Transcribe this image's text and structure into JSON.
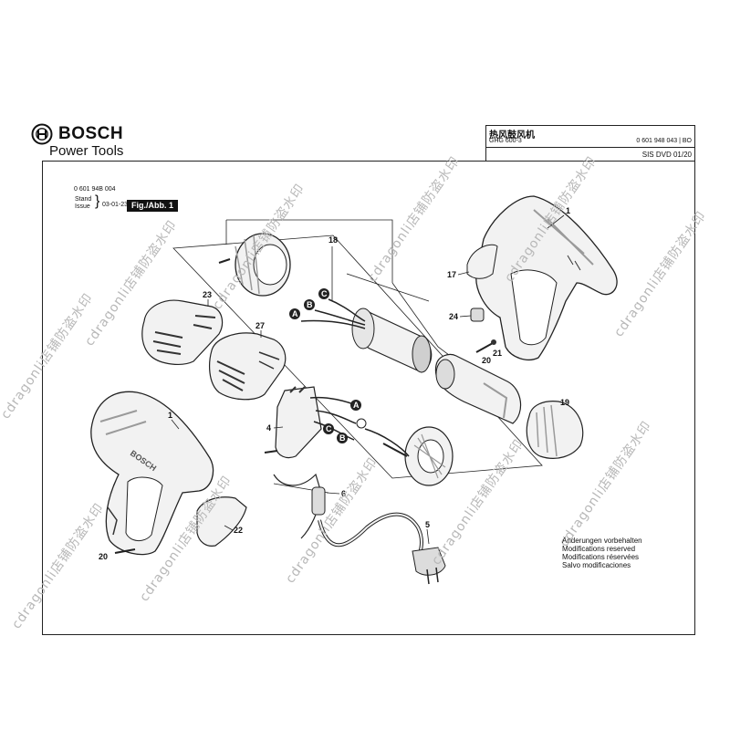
{
  "brand": {
    "name": "BOSCH",
    "subtitle": "Power Tools"
  },
  "info_box": {
    "title": "热风鼓风机",
    "model": "GHG 600-3",
    "part_number": "0 601 948 043 | BO",
    "dvd": "SIS DVD 01/20"
  },
  "drawing": {
    "doc_number": "0 601 94B 004",
    "stand_label": "Stand",
    "issue_label": "Issue",
    "date": "03-01-23",
    "fig_label": "Fig./Abb. 1"
  },
  "part_labels": [
    "1",
    "17",
    "18",
    "19",
    "20",
    "21",
    "22",
    "23",
    "24",
    "27",
    "4",
    "5",
    "6",
    "1",
    "20"
  ],
  "connector_labels": [
    "A",
    "B",
    "C",
    "A",
    "B",
    "C"
  ],
  "housing_text": "BOSCH",
  "notes": [
    "Änderungen vorbehalten",
    "Modifications reserved",
    "Modifications réservées",
    "Salvo modificaciones"
  ],
  "watermark": "cdragonli店铺防盗水印",
  "colors": {
    "line": "#222222",
    "part_fill": "#f2f2f2",
    "shade": "#9a9a9a",
    "dark": "#333333",
    "watermark": "#b8b8b8",
    "tag_bg": "#111111"
  }
}
